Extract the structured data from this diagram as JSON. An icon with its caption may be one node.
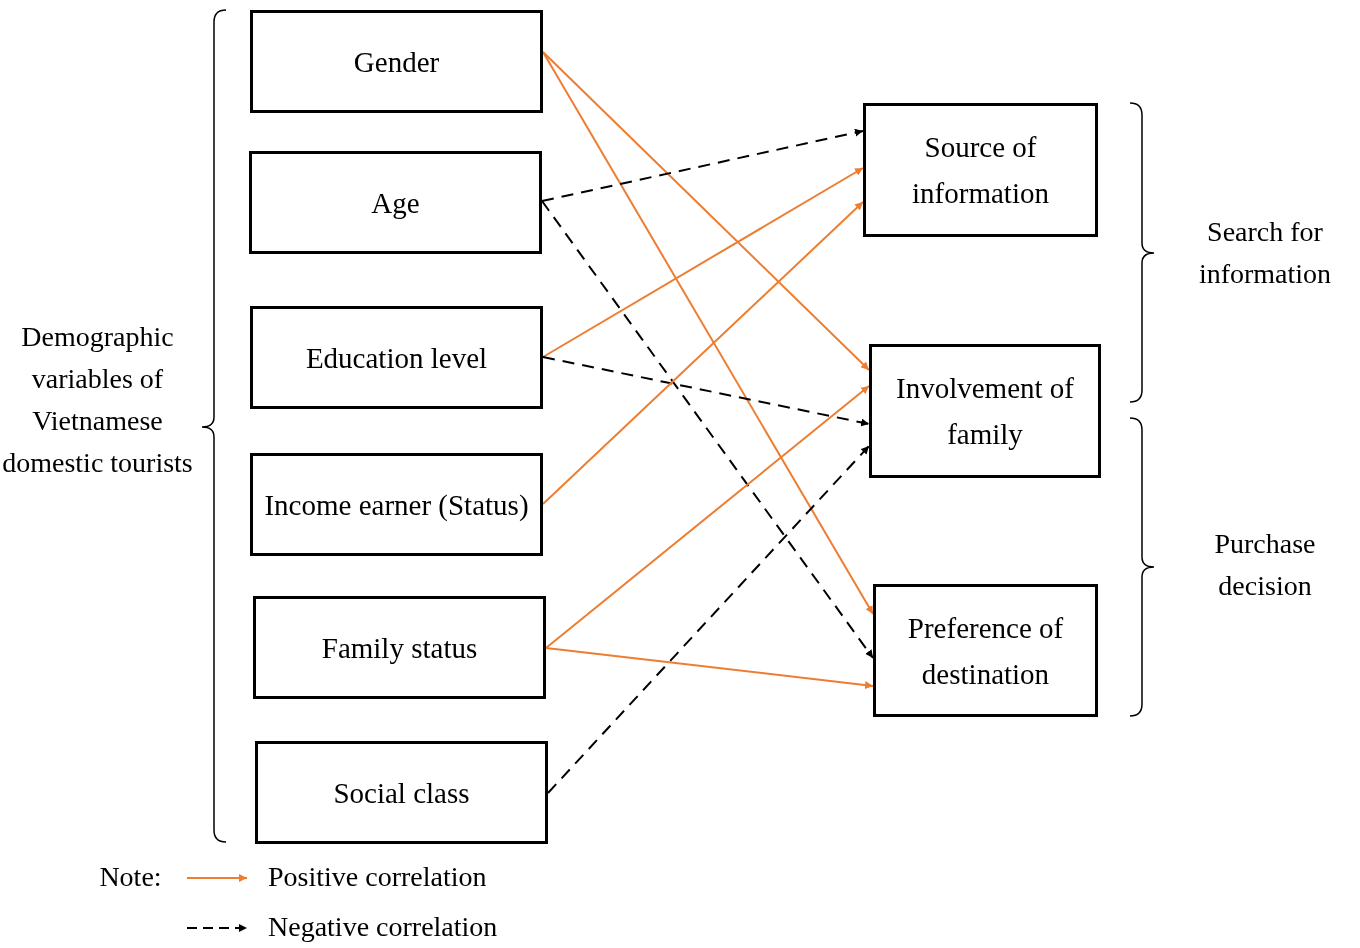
{
  "diagram": {
    "nodes": [
      {
        "text": [
          "Gender"
        ]
      },
      {
        "text": [
          "Age"
        ]
      },
      {
        "text": [
          "Education level"
        ]
      },
      {
        "text": [
          "Income earner (Status)"
        ]
      },
      {
        "text": [
          "Family status"
        ]
      },
      {
        "text": [
          "Social class"
        ]
      },
      {
        "text": [
          "Source of information"
        ]
      },
      {
        "text": [
          "Involvement of family"
        ]
      },
      {
        "text": [
          "Preference of destination"
        ]
      }
    ],
    "edges": [
      {
        "from": 0,
        "to": 7,
        "arrow": "to"
      },
      {
        "from": 0,
        "to": 8,
        "arrow": "to"
      },
      {
        "from": 1,
        "to": 6,
        "arrow": "to",
        "style": "dashed",
        "color": "#000000"
      },
      {
        "from": 1,
        "to": 8,
        "arrow": "to",
        "style": "dashed",
        "color": "#000000"
      },
      {
        "from": 2,
        "to": 6,
        "arrow": "to"
      },
      {
        "from": 2,
        "to": 7,
        "arrow": "to",
        "style": "dashed",
        "color": "#000000"
      },
      {
        "from": 3,
        "to": 6,
        "arrow": "to"
      },
      {
        "from": 4,
        "to": 7,
        "arrow": "to"
      },
      {
        "from": 4,
        "to": 8,
        "arrow": "to"
      },
      {
        "from": 5,
        "to": 7,
        "arrow": "to",
        "style": "dashed",
        "color": "#000000"
      }
    ],
    "labels": [
      "Demographic variables of Vietnamese domestic tourists",
      "Search for information",
      "Purchase decision",
      "Note:"
    ],
    "legend": [
      {
        "text": "Positive correlation"
      },
      {
        "text": "Negative correlation"
      }
    ]
  }
}
